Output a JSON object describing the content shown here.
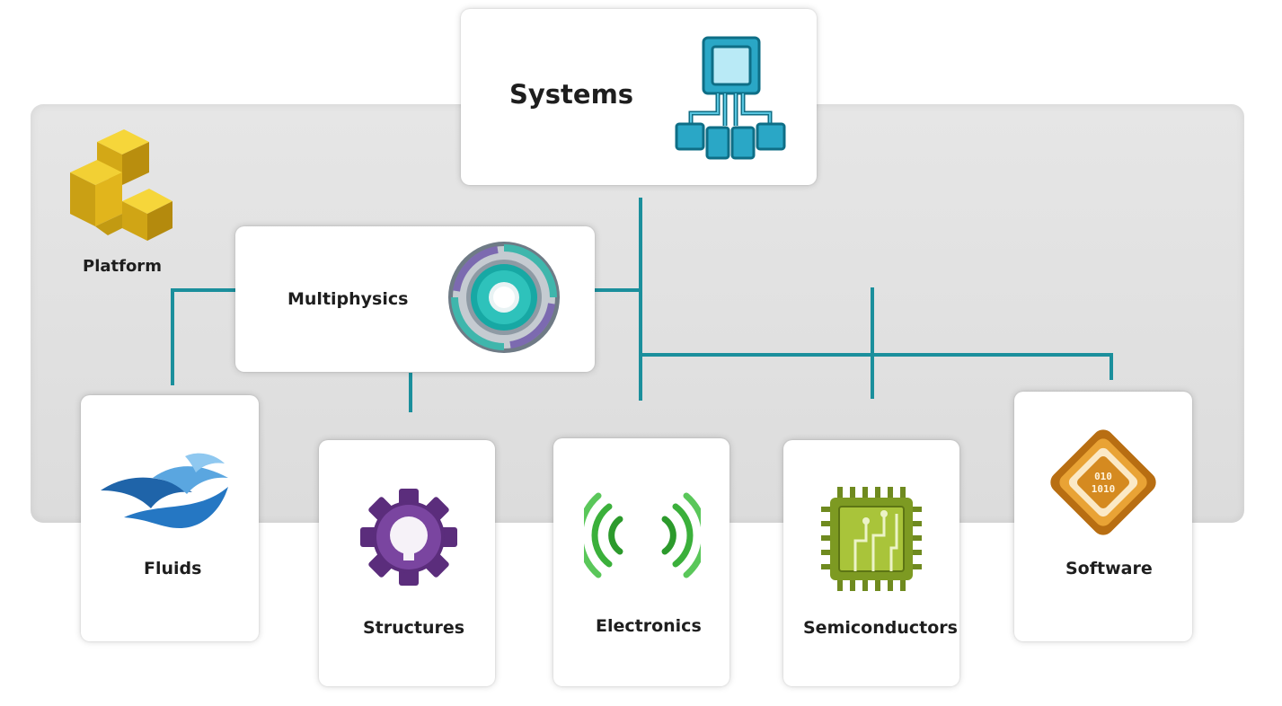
{
  "platform": {
    "label": "Platform",
    "icon": "stacked-cubes-icon"
  },
  "systems": {
    "label": "Systems",
    "icon": "system-hierarchy-icon"
  },
  "multiphysics": {
    "label": "Multiphysics",
    "icon": "rings-icon"
  },
  "products": [
    {
      "label": "Fluids",
      "icon": "waves-icon"
    },
    {
      "label": "Structures",
      "icon": "gear-icon"
    },
    {
      "label": "Electronics",
      "icon": "signal-waves-icon"
    },
    {
      "label": "Semiconductors",
      "icon": "chip-icon"
    },
    {
      "label": "Software",
      "icon": "binary-diamond-icon"
    }
  ],
  "colors": {
    "connector": "#1b8f9c",
    "panel": "#e0e0e0"
  }
}
